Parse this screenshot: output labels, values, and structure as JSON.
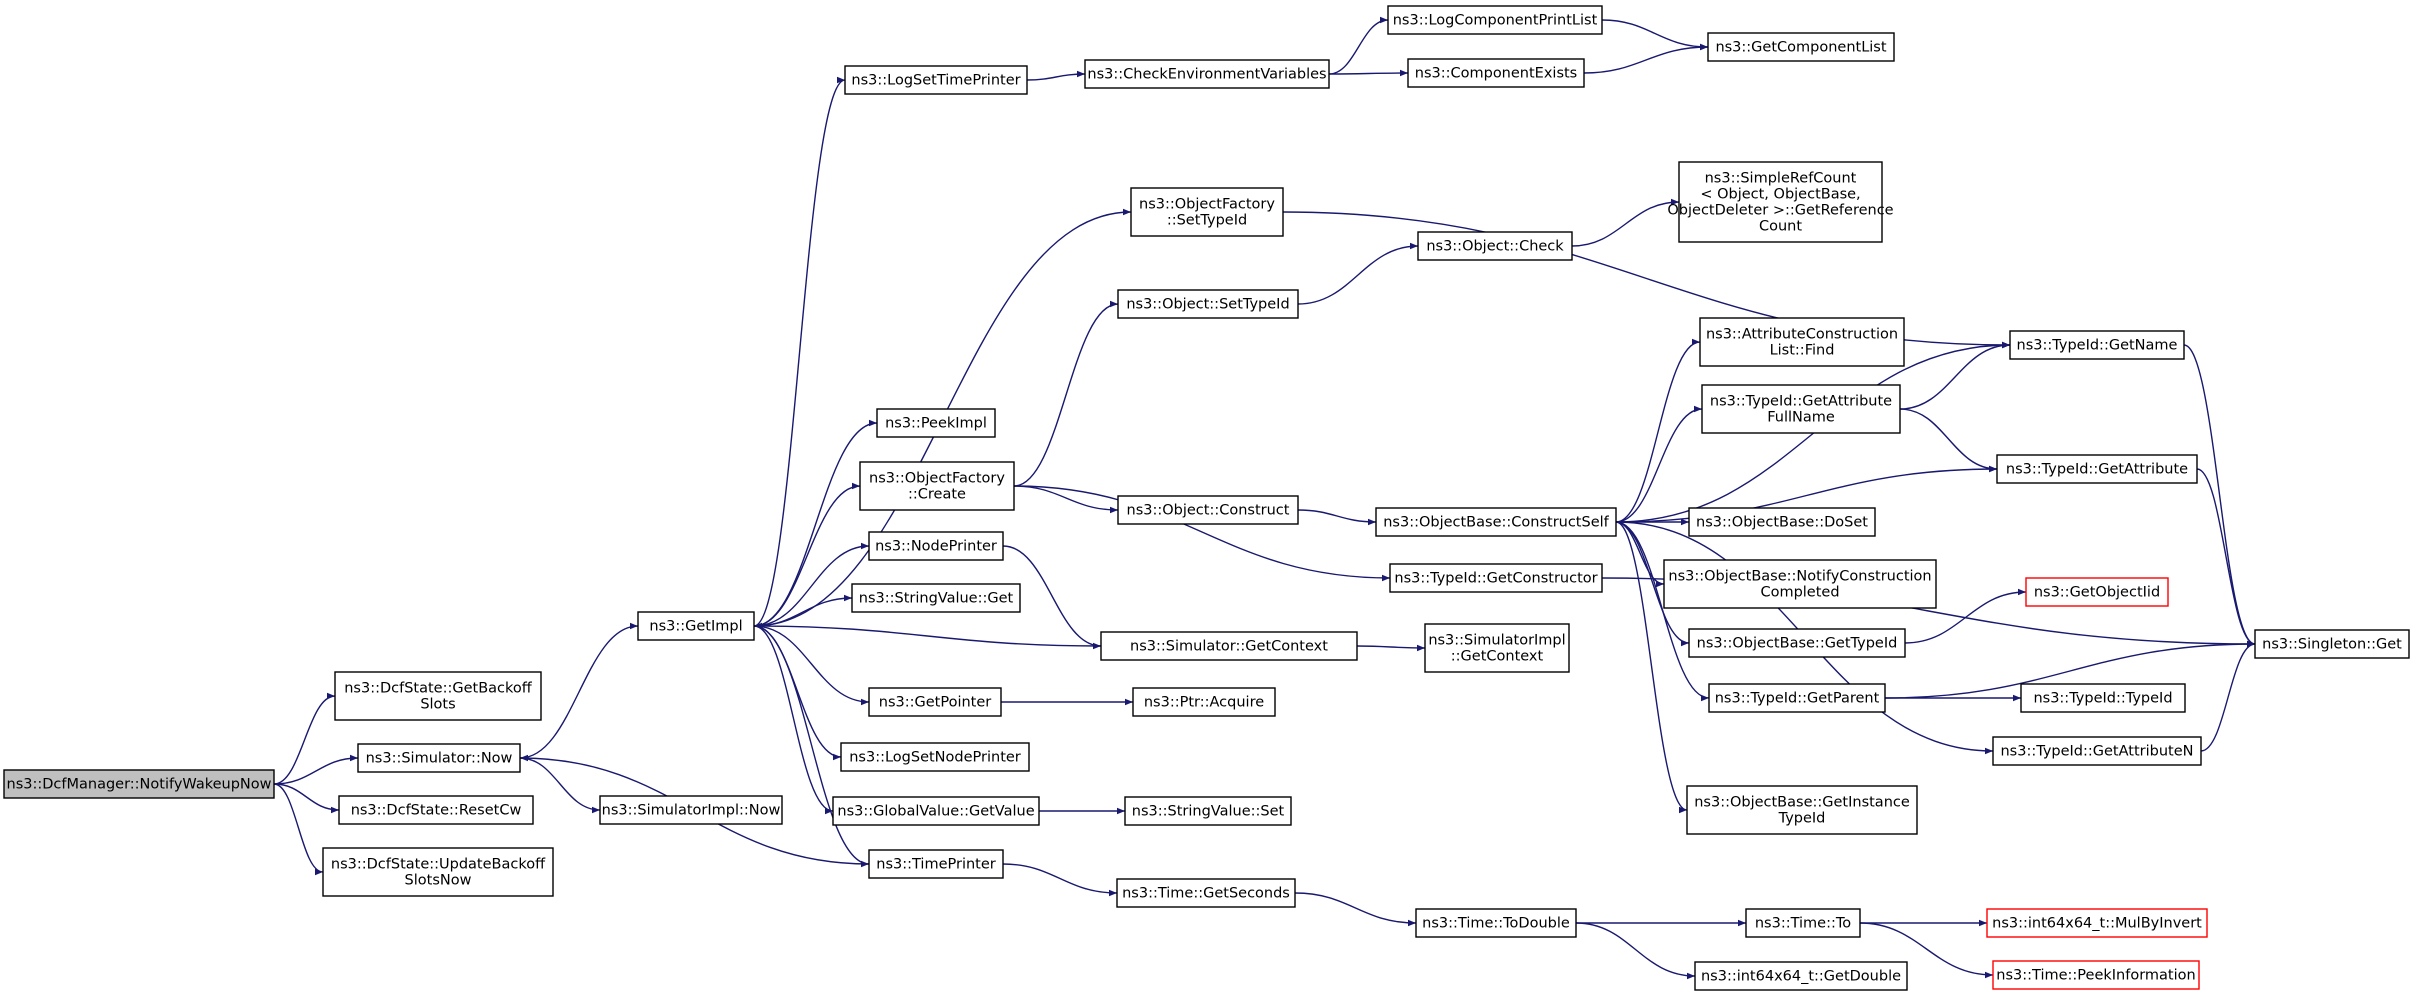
{
  "colors": {
    "edge": "#191970",
    "root_fill": "#bfbfbf",
    "external_border": "#ff0000",
    "node_border": "#000000"
  },
  "nodes": {
    "notify": {
      "lines": [
        "ns3::DcfManager::NotifyWakeupNow"
      ],
      "kind": "root"
    },
    "getbackoff": {
      "lines": [
        "ns3::DcfState::GetBackoff",
        "Slots"
      ]
    },
    "simnow": {
      "lines": [
        "ns3::Simulator::Now"
      ]
    },
    "resetcw": {
      "lines": [
        "ns3::DcfState::ResetCw"
      ]
    },
    "updatebackoff": {
      "lines": [
        "ns3::DcfState::UpdateBackoff",
        "SlotsNow"
      ]
    },
    "getimpl": {
      "lines": [
        "ns3::GetImpl"
      ]
    },
    "simimplnow": {
      "lines": [
        "ns3::SimulatorImpl::Now"
      ]
    },
    "logsettimeprinter": {
      "lines": [
        "ns3::LogSetTimePrinter"
      ]
    },
    "checkenv": {
      "lines": [
        "ns3::CheckEnvironmentVariables"
      ]
    },
    "logcompprint": {
      "lines": [
        "ns3::LogComponentPrintList"
      ]
    },
    "compexists": {
      "lines": [
        "ns3::ComponentExists"
      ]
    },
    "getcomplist": {
      "lines": [
        "ns3::GetComponentList"
      ]
    },
    "ofsettypeid": {
      "lines": [
        "ns3::ObjectFactory",
        "::SetTypeId"
      ]
    },
    "simplerefcount": {
      "lines": [
        "ns3::SimpleRefCount",
        "< Object, ObjectBase,",
        " ObjectDeleter >::GetReference",
        "Count"
      ]
    },
    "objcheck": {
      "lines": [
        "ns3::Object::Check"
      ]
    },
    "objsettypeid": {
      "lines": [
        "ns3::Object::SetTypeId"
      ]
    },
    "attrconstfind": {
      "lines": [
        "ns3::AttributeConstruction",
        "List::Find"
      ]
    },
    "typeidgetname": {
      "lines": [
        "ns3::TypeId::GetName"
      ]
    },
    "peekimpl": {
      "lines": [
        "ns3::PeekImpl"
      ]
    },
    "typeidgetattrfull": {
      "lines": [
        "ns3::TypeId::GetAttribute",
        "FullName"
      ]
    },
    "ofcreate": {
      "lines": [
        "ns3::ObjectFactory",
        "::Create"
      ]
    },
    "objconstruct": {
      "lines": [
        "ns3::Object::Construct"
      ]
    },
    "obconstructself": {
      "lines": [
        "ns3::ObjectBase::ConstructSelf"
      ]
    },
    "typeidgetattr": {
      "lines": [
        "ns3::TypeId::GetAttribute"
      ]
    },
    "obdoset": {
      "lines": [
        "ns3::ObjectBase::DoSet"
      ]
    },
    "nodeprinter": {
      "lines": [
        "ns3::NodePrinter"
      ]
    },
    "typeidgetctor": {
      "lines": [
        "ns3::TypeId::GetConstructor"
      ]
    },
    "obnotifyconst": {
      "lines": [
        "ns3::ObjectBase::NotifyConstruction",
        "Completed"
      ]
    },
    "strvalget": {
      "lines": [
        "ns3::StringValue::Get"
      ]
    },
    "getobjectiid": {
      "lines": [
        "ns3::GetObjectIid"
      ],
      "kind": "ext"
    },
    "simgetcontext": {
      "lines": [
        "ns3::Simulator::GetContext"
      ]
    },
    "simimplgetcontext": {
      "lines": [
        "ns3::SimulatorImpl",
        "::GetContext"
      ]
    },
    "obgettypeid": {
      "lines": [
        "ns3::ObjectBase::GetTypeId"
      ]
    },
    "singletonget": {
      "lines": [
        "ns3::Singleton::Get"
      ]
    },
    "getpointer": {
      "lines": [
        "ns3::GetPointer"
      ]
    },
    "ptracquire": {
      "lines": [
        "ns3::Ptr::Acquire"
      ]
    },
    "typeidgetparent": {
      "lines": [
        "ns3::TypeId::GetParent"
      ]
    },
    "typeidtypeid": {
      "lines": [
        "ns3::TypeId::TypeId"
      ]
    },
    "logsetnodeprinter": {
      "lines": [
        "ns3::LogSetNodePrinter"
      ]
    },
    "typeidgetattrn": {
      "lines": [
        "ns3::TypeId::GetAttributeN"
      ]
    },
    "obgetinstance": {
      "lines": [
        "ns3::ObjectBase::GetInstance",
        "TypeId"
      ]
    },
    "gvgetvalue": {
      "lines": [
        "ns3::GlobalValue::GetValue"
      ]
    },
    "strvalset": {
      "lines": [
        "ns3::StringValue::Set"
      ]
    },
    "timeprinter": {
      "lines": [
        "ns3::TimePrinter"
      ]
    },
    "timegetseconds": {
      "lines": [
        "ns3::Time::GetSeconds"
      ]
    },
    "timetodouble": {
      "lines": [
        "ns3::Time::ToDouble"
      ]
    },
    "timeto": {
      "lines": [
        "ns3::Time::To"
      ]
    },
    "mulbyinvert": {
      "lines": [
        "ns3::int64x64_t::MulByInvert"
      ],
      "kind": "ext"
    },
    "peekinfo": {
      "lines": [
        "ns3::Time::PeekInformation"
      ],
      "kind": "ext"
    },
    "int64getdouble": {
      "lines": [
        "ns3::int64x64_t::GetDouble"
      ]
    }
  },
  "edges": [
    [
      "notify",
      "getbackoff"
    ],
    [
      "notify",
      "simnow"
    ],
    [
      "notify",
      "resetcw"
    ],
    [
      "notify",
      "updatebackoff"
    ],
    [
      "simnow",
      "getimpl"
    ],
    [
      "simnow",
      "simimplnow"
    ],
    [
      "getimpl",
      "logsettimeprinter"
    ],
    [
      "getimpl",
      "ofsettypeid"
    ],
    [
      "getimpl",
      "peekimpl"
    ],
    [
      "getimpl",
      "ofcreate"
    ],
    [
      "getimpl",
      "nodeprinter"
    ],
    [
      "getimpl",
      "strvalget"
    ],
    [
      "getimpl",
      "getpointer"
    ],
    [
      "getimpl",
      "logsetnodeprinter"
    ],
    [
      "getimpl",
      "gvgetvalue"
    ],
    [
      "getimpl",
      "timeprinter"
    ],
    [
      "logsettimeprinter",
      "checkenv"
    ],
    [
      "checkenv",
      "logcompprint"
    ],
    [
      "checkenv",
      "compexists"
    ],
    [
      "logcompprint",
      "getcomplist"
    ],
    [
      "compexists",
      "getcomplist"
    ],
    [
      "ofsettypeid",
      "typeidgetname"
    ],
    [
      "ofcreate",
      "objsettypeid"
    ],
    [
      "ofcreate",
      "objconstruct"
    ],
    [
      "ofcreate",
      "typeidgetctor"
    ],
    [
      "objsettypeid",
      "objcheck"
    ],
    [
      "objcheck",
      "simplerefcount"
    ],
    [
      "objconstruct",
      "obconstructself"
    ],
    [
      "obconstructself",
      "attrconstfind"
    ],
    [
      "obconstructself",
      "typeidgetname"
    ],
    [
      "obconstructself",
      "typeidgetattrfull"
    ],
    [
      "obconstructself",
      "typeidgetattr"
    ],
    [
      "obconstructself",
      "obdoset"
    ],
    [
      "obconstructself",
      "obnotifyconst"
    ],
    [
      "obconstructself",
      "obgettypeid"
    ],
    [
      "obconstructself",
      "typeidgetparent"
    ],
    [
      "obconstructself",
      "typeidgetattrn"
    ],
    [
      "obconstructself",
      "obgetinstance"
    ],
    [
      "typeidgetattrfull",
      "typeidgetname"
    ],
    [
      "typeidgetattrfull",
      "typeidgetattr"
    ],
    [
      "typeidgetname",
      "singletonget"
    ],
    [
      "typeidgetattr",
      "singletonget"
    ],
    [
      "typeidgetctor",
      "singletonget"
    ],
    [
      "obgettypeid",
      "getobjectiid"
    ],
    [
      "typeidgetparent",
      "singletonget"
    ],
    [
      "typeidgetparent",
      "typeidtypeid"
    ],
    [
      "typeidgetattrn",
      "singletonget"
    ],
    [
      "nodeprinter",
      "simgetcontext"
    ],
    [
      "simgetcontext",
      "getimpl"
    ],
    [
      "simgetcontext",
      "simimplgetcontext"
    ],
    [
      "getpointer",
      "ptracquire"
    ],
    [
      "gvgetvalue",
      "strvalset"
    ],
    [
      "timeprinter",
      "simnow"
    ],
    [
      "timeprinter",
      "timegetseconds"
    ],
    [
      "timegetseconds",
      "timetodouble"
    ],
    [
      "timetodouble",
      "timeto"
    ],
    [
      "timetodouble",
      "int64getdouble"
    ],
    [
      "timeto",
      "mulbyinvert"
    ],
    [
      "timeto",
      "peekinfo"
    ]
  ]
}
